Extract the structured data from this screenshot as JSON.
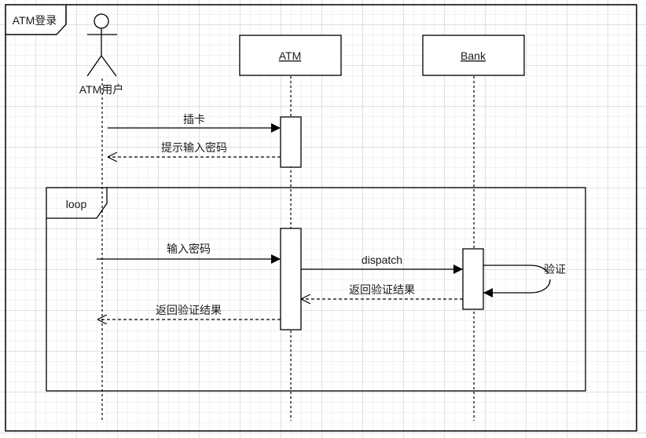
{
  "frame": {
    "title": "ATM登录"
  },
  "participants": [
    {
      "id": "user",
      "label": "ATM用户",
      "kind": "actor"
    },
    {
      "id": "atm",
      "label": "ATM",
      "kind": "object"
    },
    {
      "id": "bank",
      "label": "Bank",
      "kind": "object"
    }
  ],
  "loop": {
    "label": "loop"
  },
  "messages": [
    {
      "from": "user",
      "to": "atm",
      "label": "插卡",
      "style": "sync"
    },
    {
      "from": "atm",
      "to": "user",
      "label": "提示输入密码",
      "style": "return"
    },
    {
      "from": "user",
      "to": "atm",
      "label": "输入密码",
      "style": "sync"
    },
    {
      "from": "atm",
      "to": "bank",
      "label": "dispatch",
      "style": "sync"
    },
    {
      "from": "bank",
      "to": "bank",
      "label": "验证",
      "style": "self"
    },
    {
      "from": "bank",
      "to": "atm",
      "label": "返回验证结果",
      "style": "return"
    },
    {
      "from": "atm",
      "to": "user",
      "label": "返回验证结果",
      "style": "return"
    }
  ]
}
